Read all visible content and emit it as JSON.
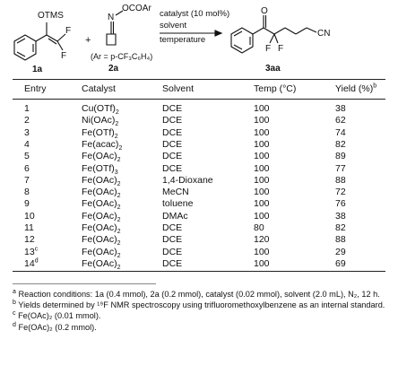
{
  "scheme": {
    "reagent1_label": "1a",
    "reagent1_group": "OTMS",
    "reagent1_f1": "F",
    "reagent1_f2": "F",
    "plus": "+",
    "reagent2_label": "2a",
    "reagent2_n": "N",
    "reagent2_group": "OCOAr",
    "reagent2_note": "(Ar = p-CF₃C₆H₄)",
    "cond_catalyst": "catalyst (10 mol%)",
    "cond_solvent": "solvent",
    "cond_temperature": "temperature",
    "product_label": "3aa",
    "product_cn": "CN",
    "product_f1": "F",
    "product_f2": "F",
    "product_o": "O"
  },
  "table": {
    "headers": {
      "entry": "Entry",
      "catalyst": "Catalyst",
      "solvent": "Solvent",
      "temp": "Temp (°C)",
      "yield": "Yield (%)",
      "yield_sup": "b"
    },
    "rows": [
      {
        "entry": "1",
        "entry_sup": "",
        "catalyst": "Cu(OTf)",
        "cat_sub": "2",
        "solvent": "DCE",
        "temp": "100",
        "yield": "38"
      },
      {
        "entry": "2",
        "entry_sup": "",
        "catalyst": "Ni(OAc)",
        "cat_sub": "2",
        "solvent": "DCE",
        "temp": "100",
        "yield": "62"
      },
      {
        "entry": "3",
        "entry_sup": "",
        "catalyst": "Fe(OTf)",
        "cat_sub": "2",
        "solvent": "DCE",
        "temp": "100",
        "yield": "74"
      },
      {
        "entry": "4",
        "entry_sup": "",
        "catalyst": "Fe(acac)",
        "cat_sub": "2",
        "solvent": "DCE",
        "temp": "100",
        "yield": "82"
      },
      {
        "entry": "5",
        "entry_sup": "",
        "catalyst": "Fe(OAc)",
        "cat_sub": "2",
        "solvent": "DCE",
        "temp": "100",
        "yield": "89"
      },
      {
        "entry": "6",
        "entry_sup": "",
        "catalyst": "Fe(OTf)",
        "cat_sub": "3",
        "solvent": "DCE",
        "temp": "100",
        "yield": "77"
      },
      {
        "entry": "7",
        "entry_sup": "",
        "catalyst": "Fe(OAc)",
        "cat_sub": "2",
        "solvent": "1,4-Dioxane",
        "temp": "100",
        "yield": "88"
      },
      {
        "entry": "8",
        "entry_sup": "",
        "catalyst": "Fe(OAc)",
        "cat_sub": "2",
        "solvent": "MeCN",
        "temp": "100",
        "yield": "72"
      },
      {
        "entry": "9",
        "entry_sup": "",
        "catalyst": "Fe(OAc)",
        "cat_sub": "2",
        "solvent": "toluene",
        "temp": "100",
        "yield": "76"
      },
      {
        "entry": "10",
        "entry_sup": "",
        "catalyst": "Fe(OAc)",
        "cat_sub": "2",
        "solvent": "DMAc",
        "temp": "100",
        "yield": "38"
      },
      {
        "entry": "11",
        "entry_sup": "",
        "catalyst": "Fe(OAc)",
        "cat_sub": "2",
        "solvent": "DCE",
        "temp": "80",
        "yield": "82"
      },
      {
        "entry": "12",
        "entry_sup": "",
        "catalyst": "Fe(OAc)",
        "cat_sub": "2",
        "solvent": "DCE",
        "temp": "120",
        "yield": "88"
      },
      {
        "entry": "13",
        "entry_sup": "c",
        "catalyst": "Fe(OAc)",
        "cat_sub": "2",
        "solvent": "DCE",
        "temp": "100",
        "yield": "29"
      },
      {
        "entry": "14",
        "entry_sup": "d",
        "catalyst": "Fe(OAc)",
        "cat_sub": "2",
        "solvent": "DCE",
        "temp": "100",
        "yield": "69"
      }
    ]
  },
  "footnotes": {
    "a": {
      "mark": "a",
      "text": "Reaction conditions: 1a (0.4 mmol), 2a (0.2 mmol), catalyst (0.02 mmol), solvent (2.0 mL), N₂, 12 h."
    },
    "b": {
      "mark": "b",
      "text": "Yields determined by ¹⁹F NMR spectroscopy using trifluoromethoxylbenzene as an internal standard."
    },
    "c": {
      "mark": "c",
      "text": "Fe(OAc)₂ (0.01 mmol)."
    },
    "d": {
      "mark": "d",
      "text": "Fe(OAc)₂ (0.2 mmol)."
    }
  }
}
